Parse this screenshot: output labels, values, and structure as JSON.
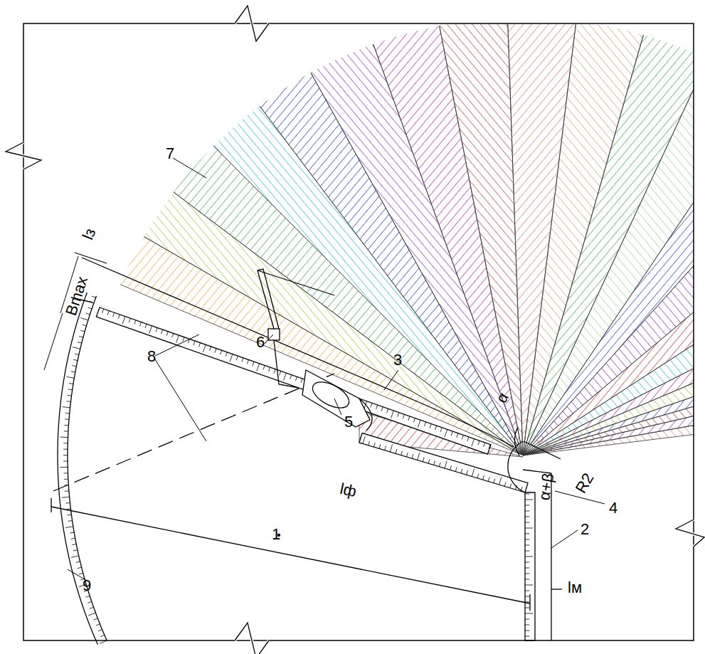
{
  "diagram": {
    "labels": [
      "lз",
      "Bmax",
      "8",
      "6",
      "3",
      "7",
      "5",
      "α",
      "R2",
      "4",
      "α+β",
      "2",
      "lф",
      "9",
      "1",
      "lм"
    ]
  }
}
